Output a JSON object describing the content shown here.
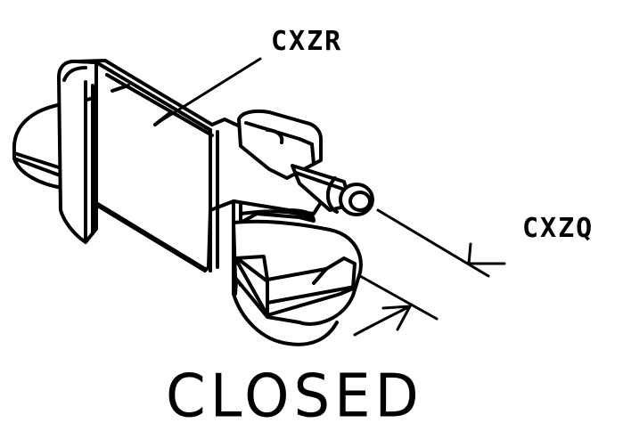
{
  "diagram": {
    "caption": "CLOSED",
    "callouts": [
      {
        "id": "cxzr",
        "text": "CXZR"
      },
      {
        "id": "cxzq",
        "text": "CXZQ"
      }
    ],
    "colors": {
      "ink": "#000000",
      "paper": "#ffffff"
    }
  }
}
